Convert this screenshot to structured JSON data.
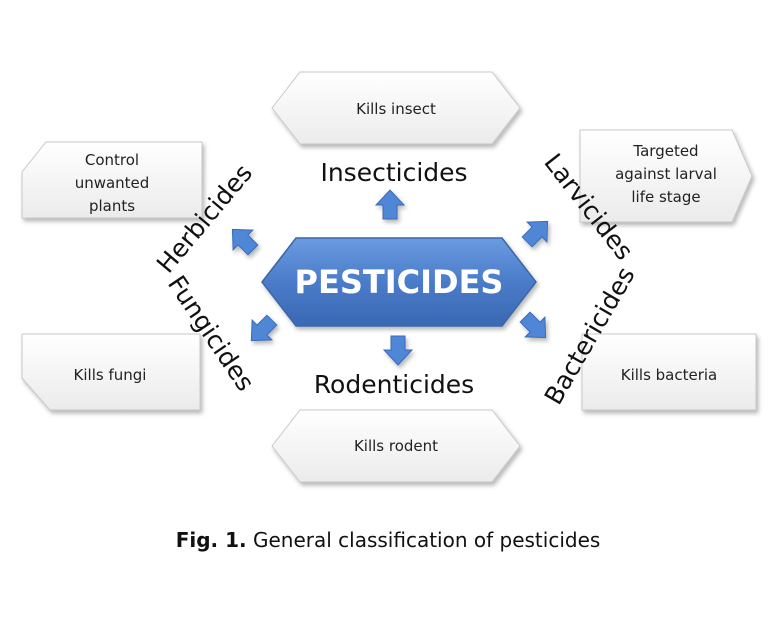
{
  "center": {
    "label": "PESTICIDES",
    "color": "#4a7cc9"
  },
  "arrow_color": "#4f86d6",
  "box_fill": "#f4f4f4",
  "categories": [
    {
      "id": "insecticides",
      "name": "Insecticides",
      "description": [
        "Kills insect"
      ]
    },
    {
      "id": "larvicides",
      "name": "Larvicides",
      "description": [
        "Targeted",
        "against larval",
        "life stage"
      ]
    },
    {
      "id": "bactericides",
      "name": "Bactericides",
      "description": [
        "Kills bacteria"
      ]
    },
    {
      "id": "rodenticides",
      "name": "Rodenticides",
      "description": [
        "Kills rodent"
      ]
    },
    {
      "id": "fungicides",
      "name": "Fungicides",
      "description": [
        "Kills fungi"
      ]
    },
    {
      "id": "herbicides",
      "name": "Herbicides",
      "description": [
        "Control",
        "unwanted",
        "plants"
      ]
    }
  ],
  "caption": {
    "label": "Fig. 1.",
    "text": " General classification of pesticides"
  }
}
